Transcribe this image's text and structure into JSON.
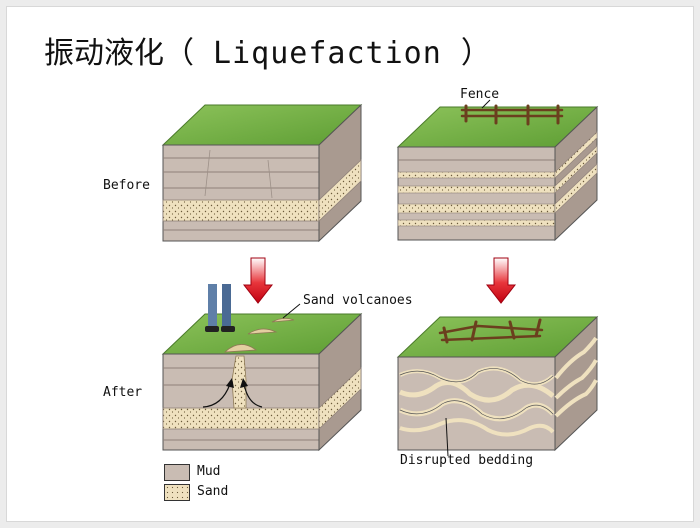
{
  "title": {
    "zh": "振动液化（",
    "en": " Liquefaction ）"
  },
  "labels": {
    "before": "Before",
    "after": "After",
    "fence": "Fence",
    "sand_volcanoes": "Sand volcanoes",
    "disrupted_bedding": "Disrupted bedding"
  },
  "legend": [
    {
      "label": "Mud",
      "color": "#c9bcb3"
    },
    {
      "label": "Sand",
      "color": "#efe1bf"
    }
  ],
  "colors": {
    "grass": "#6fae3e",
    "mud": "#c9bcb3",
    "mud_side": "#a99a90",
    "sand": "#efe1bf",
    "arrow": "#d0121b"
  }
}
